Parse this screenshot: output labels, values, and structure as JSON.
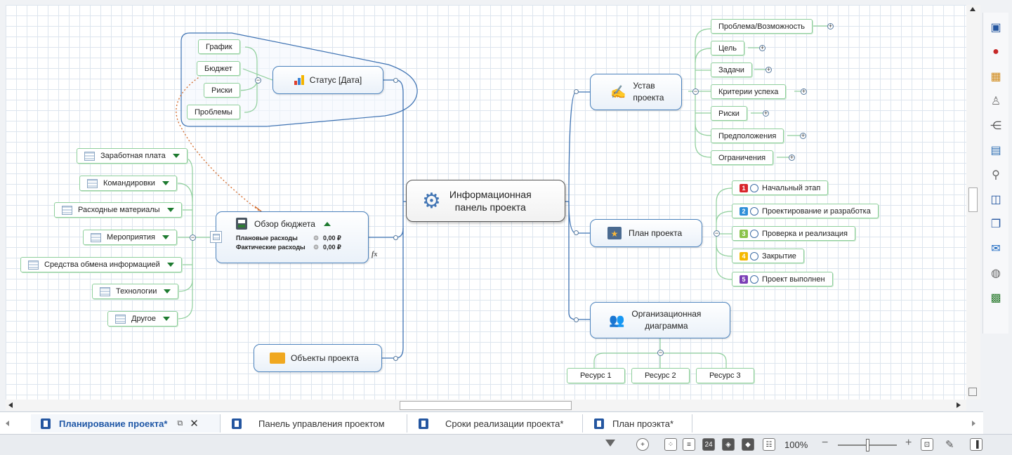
{
  "central": {
    "label_line1": "Информационная",
    "label_line2": "панель проекта"
  },
  "status": {
    "label": "Статус [Дата]",
    "children": [
      "График",
      "Бюджет",
      "Риски",
      "Проблемы"
    ]
  },
  "budget": {
    "title": "Обзор бюджета",
    "planned_label": "Плановые расходы",
    "planned_value": "0,00 ₽",
    "actual_label": "Фактические расходы",
    "actual_value": "0,00 ₽",
    "fx": "fx",
    "children": [
      "Заработная плата",
      "Командировки",
      "Расходные материалы",
      "Мероприятия",
      "Средства обмена информацией",
      "Технологии",
      "Другое"
    ]
  },
  "objects": {
    "label": "Объекты проекта"
  },
  "charter": {
    "label_line1": "Устав",
    "label_line2": "проекта",
    "children": [
      "Проблема/Возможность",
      "Цель",
      "Задачи",
      "Критерии успеха",
      "Риски",
      "Предположения",
      "Ограничения"
    ]
  },
  "plan": {
    "label": "План проекта",
    "stages": [
      {
        "num": "1",
        "label": "Начальный этап",
        "color": "#d9262b"
      },
      {
        "num": "2",
        "label": "Проектирование и разработка",
        "color": "#2f8fd8"
      },
      {
        "num": "3",
        "label": "Проверка и реализация",
        "color": "#8bc34a"
      },
      {
        "num": "4",
        "label": "Закрытие",
        "color": "#f5b800"
      },
      {
        "num": "5",
        "label": "Проект выполнен",
        "color": "#7b3fb5"
      }
    ]
  },
  "org": {
    "label_line1": "Организационная",
    "label_line2": "диаграмма",
    "children": [
      "Ресурс 1",
      "Ресурс 2",
      "Ресурс 3"
    ]
  },
  "tabs": [
    "Планирование проекта*",
    "Панель управления проектом",
    "Сроки реализации проекта*",
    "План проэкта*"
  ],
  "status_bar": {
    "zoom": "100%"
  }
}
